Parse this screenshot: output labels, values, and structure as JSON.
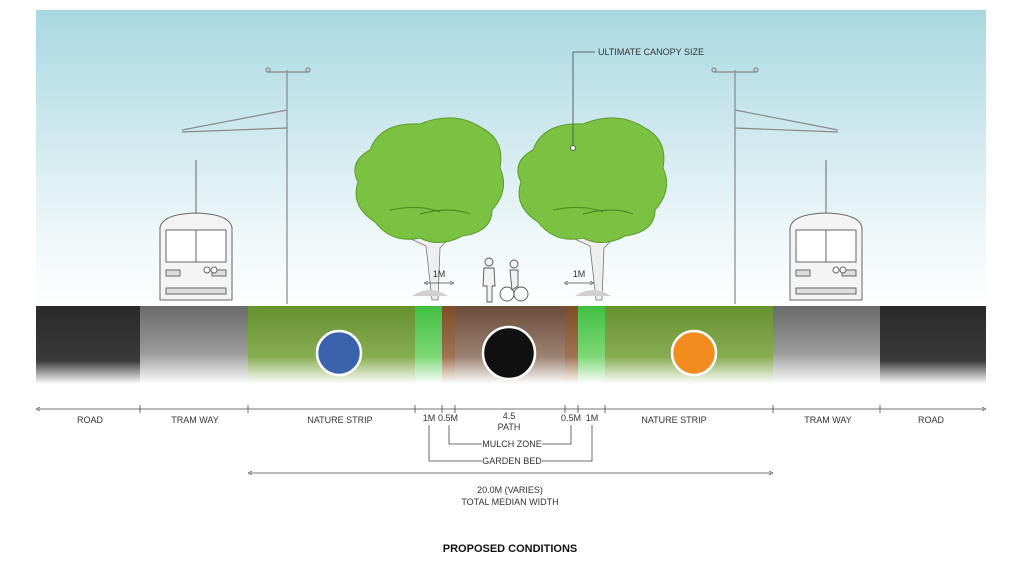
{
  "title": "PROPOSED CONDITIONS",
  "canopy_label": "ULTIMATE CANOPY SIZE",
  "sections": {
    "road_left": "ROAD",
    "tram_left": "TRAM WAY",
    "nature_left": "NATURE STRIP",
    "garden_left": "1M",
    "mulch_left": "0.5M",
    "path_value": "4.5",
    "path_label": "PATH",
    "mulch_right": "0.5M",
    "garden_right": "1M",
    "nature_right": "NATURE STRIP",
    "tram_right": "TRAM WAY",
    "road_right": "ROAD"
  },
  "callouts": {
    "mulch_zone": "MULCH ZONE",
    "garden_bed": "GARDEN BED",
    "tree_offset_left": "1M",
    "tree_offset_right": "1M"
  },
  "total": {
    "value": "20.0M (VARIES)",
    "label": "TOTAL MEDIAN WIDTH"
  },
  "colors": {
    "sky_top": "#a9d8e1",
    "road": "#2e2e2e",
    "tramway": "#7a7a7a",
    "nature_strip": "#6f9a3a",
    "garden_bed": "#52c24a",
    "mulch": "#8a5a32",
    "path": "#7a5c48",
    "tree": "#7cc242",
    "utility_blue": "#3b62ad",
    "utility_black": "#111111",
    "utility_orange": "#f28c1e"
  },
  "utilities": [
    {
      "name": "blue-service",
      "color": "#3b62ad"
    },
    {
      "name": "black-service",
      "color": "#111111"
    },
    {
      "name": "orange-service",
      "color": "#f28c1e"
    }
  ]
}
